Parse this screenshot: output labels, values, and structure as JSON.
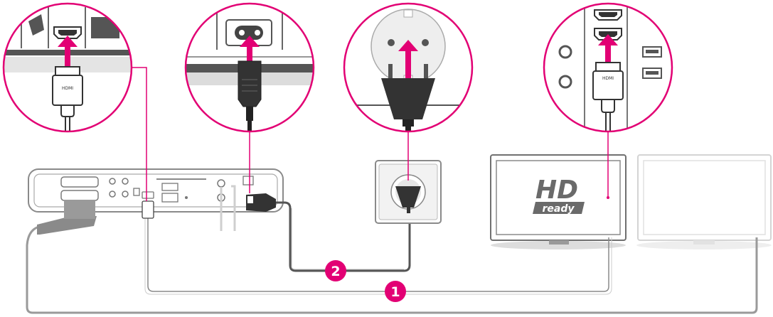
{
  "accent_color": "#e20074",
  "steps": [
    {
      "number": "1",
      "meaning": "hdmi-cable"
    },
    {
      "number": "2",
      "meaning": "power-cable"
    }
  ],
  "tv_logo": {
    "line1": "HD",
    "line2": "ready"
  },
  "connector_label": "HDMI",
  "icons": [
    "hdmi-plug-icon",
    "power-plug-icon",
    "wall-socket-icon",
    "arrow-up-icon"
  ]
}
